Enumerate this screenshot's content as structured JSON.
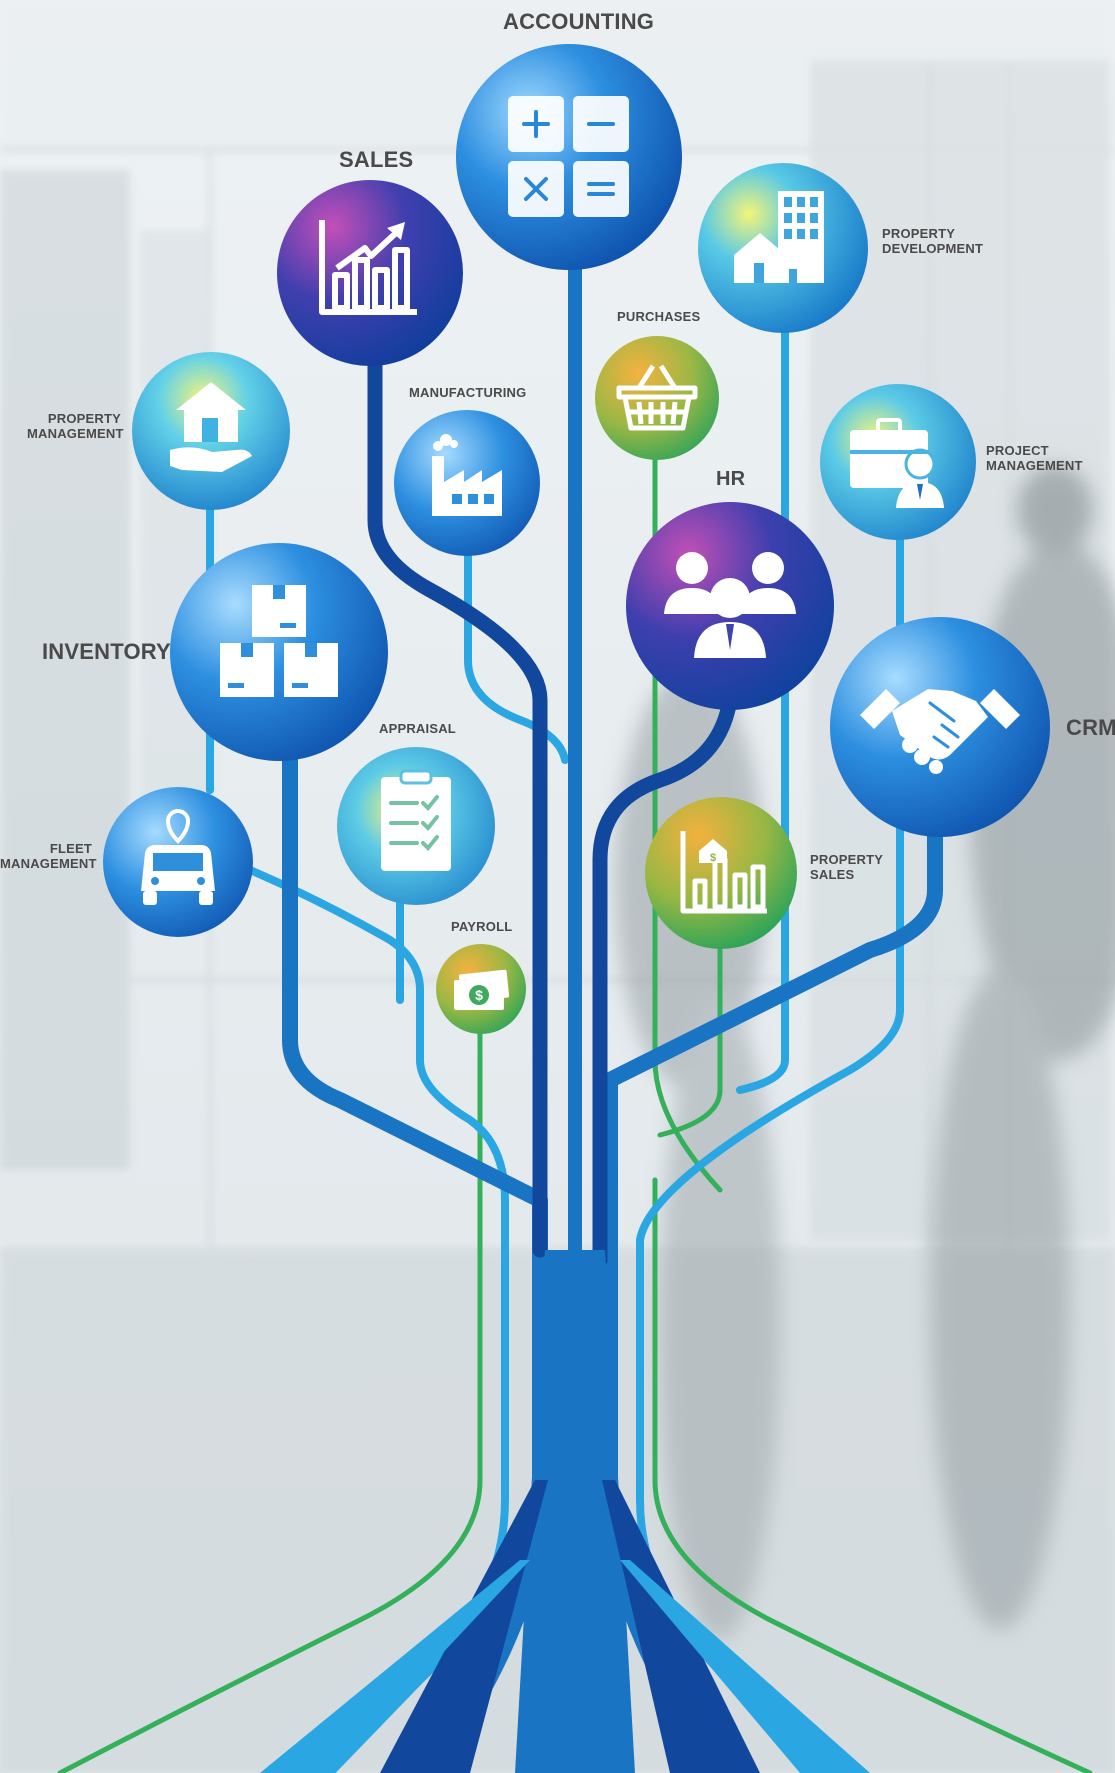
{
  "diagram": {
    "nodes": {
      "accounting": {
        "label": "ACCOUNTING",
        "icon": "calculator-icon"
      },
      "sales": {
        "label": "SALES",
        "icon": "bar-chart-growth-icon"
      },
      "property_development": {
        "label_line1": "PROPERTY",
        "label_line2": "DEVELOPMENT",
        "icon": "buildings-houses-icon"
      },
      "purchases": {
        "label": "PURCHASES",
        "icon": "shopping-basket-icon"
      },
      "property_management": {
        "label_line1": "PROPERTY",
        "label_line2": "MANAGEMENT",
        "icon": "house-in-hand-icon"
      },
      "manufacturing": {
        "label": "MANUFACTURING",
        "icon": "factory-icon"
      },
      "project_management": {
        "label_line1": "PROJECT",
        "label_line2": "MANAGEMENT",
        "icon": "briefcase-person-icon"
      },
      "hr": {
        "label": "HR",
        "icon": "people-group-icon"
      },
      "inventory": {
        "label": "INVENTORY",
        "icon": "stacked-boxes-icon"
      },
      "crm": {
        "label": "CRM",
        "icon": "handshake-icon"
      },
      "appraisal": {
        "label": "APPRAISAL",
        "icon": "clipboard-checklist-icon"
      },
      "fleet_management": {
        "label_line1": "FLEET",
        "label_line2": "MANAGEMENT",
        "icon": "vehicle-location-icon"
      },
      "property_sales": {
        "label_line1": "PROPERTY",
        "label_line2": "SALES",
        "icon": "property-chart-icon"
      },
      "payroll": {
        "label": "PAYROLL",
        "icon": "money-stack-icon"
      }
    },
    "colors": {
      "dark_blue": "#12479e",
      "mid_blue": "#1a74c4",
      "light_blue": "#2aa7e3",
      "green": "#34b05a",
      "label_gray": "#4a4a4a"
    }
  }
}
